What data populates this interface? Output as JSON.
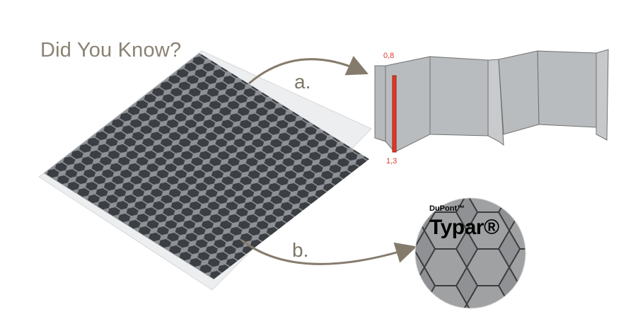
{
  "title": "Did You Know?",
  "labels": {
    "a": "a.",
    "b": "b."
  },
  "dimensions": {
    "top": "0,8",
    "bottom": "1,3"
  },
  "logo": {
    "brand": "DuPont™",
    "product": "Typar®"
  },
  "colors": {
    "title": "#8a8273",
    "arrow": "#857b6c",
    "dimension": "#d93a2a",
    "cell_wall": "#b9bcbe"
  }
}
